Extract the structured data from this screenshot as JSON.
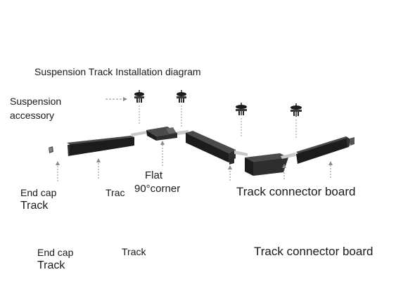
{
  "diagram": {
    "title": "Suspension Track Installation diagram",
    "suspension_label_line1": "Suspension",
    "suspension_label_line2": "accessory",
    "end_cap_label_1": "End cap",
    "track_label_1": "Track",
    "trac_label": "Trac",
    "flat_label": "Flat",
    "corner_label": "90°corner",
    "connector_label_1": "Track connector board",
    "end_cap_label_2": "End cap",
    "track_label_2": "Track",
    "track_label_3": "Track",
    "connector_label_2": "Track connector board"
  },
  "colors": {
    "track_dark": "#1c1c1c",
    "track_face": "#2e2e2e",
    "track_top": "#4a4a4a",
    "connector_silver": "#c8c8c8",
    "arrow_gray": "#8a8a8a",
    "text": "#1a1a1a"
  }
}
